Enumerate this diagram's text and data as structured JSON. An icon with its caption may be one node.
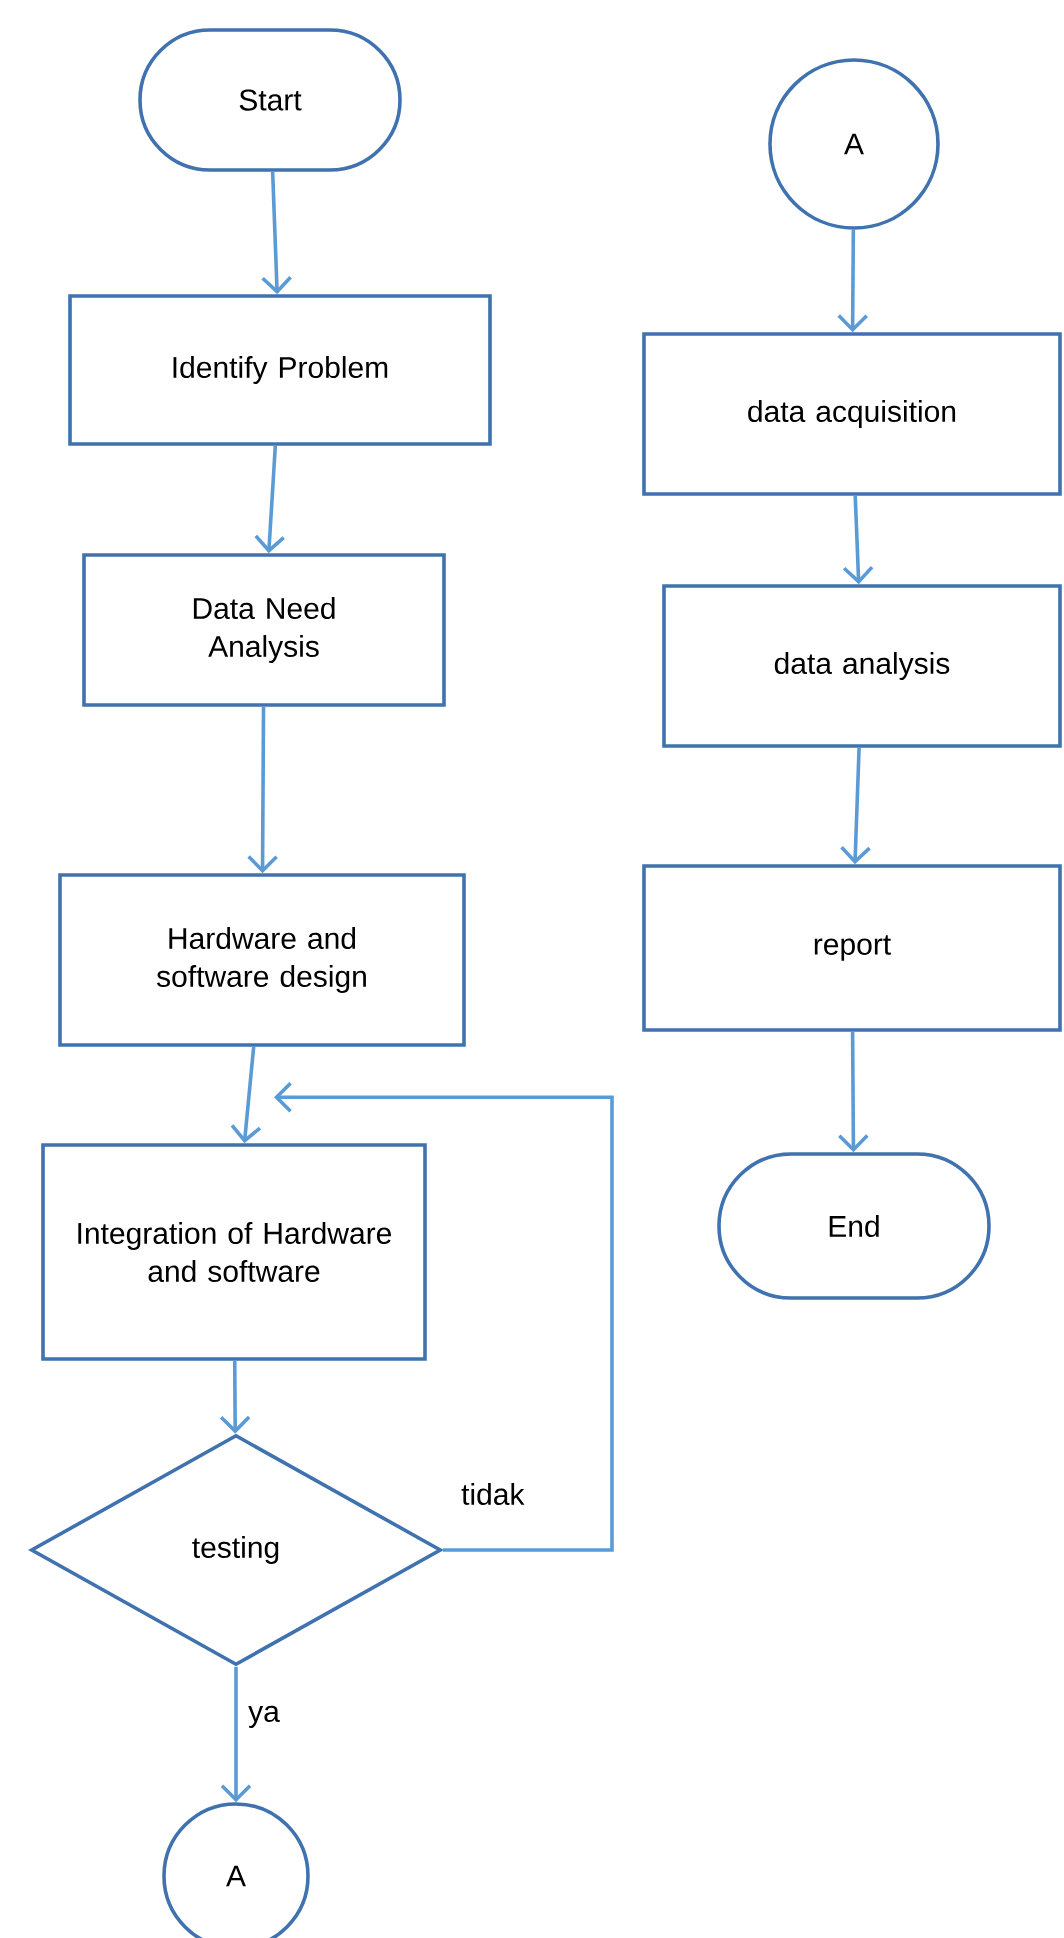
{
  "diagram": {
    "nodes": [
      {
        "text": [
          "Start"
        ]
      },
      {
        "text": [
          "Identify Problem"
        ]
      },
      {
        "text": [
          "Data Need Analysis"
        ]
      },
      {
        "text": [
          "Hardware and software design"
        ]
      },
      {
        "text": [
          "Integration of Hardware and software"
        ]
      },
      {
        "text": [
          "testing"
        ]
      },
      {
        "text": [
          "A"
        ]
      },
      {
        "text": [
          "A"
        ]
      },
      {
        "text": [
          "data acquisition"
        ]
      },
      {
        "text": [
          "data analysis"
        ]
      },
      {
        "text": [
          "report"
        ]
      },
      {
        "text": [
          "End"
        ]
      }
    ],
    "edges": [
      {
        "from": 0,
        "to": 1,
        "arrow": "to"
      },
      {
        "from": 1,
        "to": 2,
        "arrow": "to"
      },
      {
        "from": 2,
        "to": 3,
        "arrow": "to"
      },
      {
        "from": 3,
        "to": 4,
        "arrow": "to"
      },
      {
        "from": 4,
        "to": 5,
        "arrow": "to"
      },
      {
        "from": 5,
        "to": 6,
        "label": "ya",
        "arrow": "to"
      },
      {
        "from": 5,
        "to": 4,
        "label": "tidak",
        "arrow": "to"
      },
      {
        "from": 7,
        "to": 8,
        "arrow": "to"
      },
      {
        "from": 8,
        "to": 9,
        "arrow": "to"
      },
      {
        "from": 9,
        "to": 10,
        "arrow": "to"
      },
      {
        "from": 10,
        "to": 11,
        "arrow": "to"
      }
    ]
  }
}
